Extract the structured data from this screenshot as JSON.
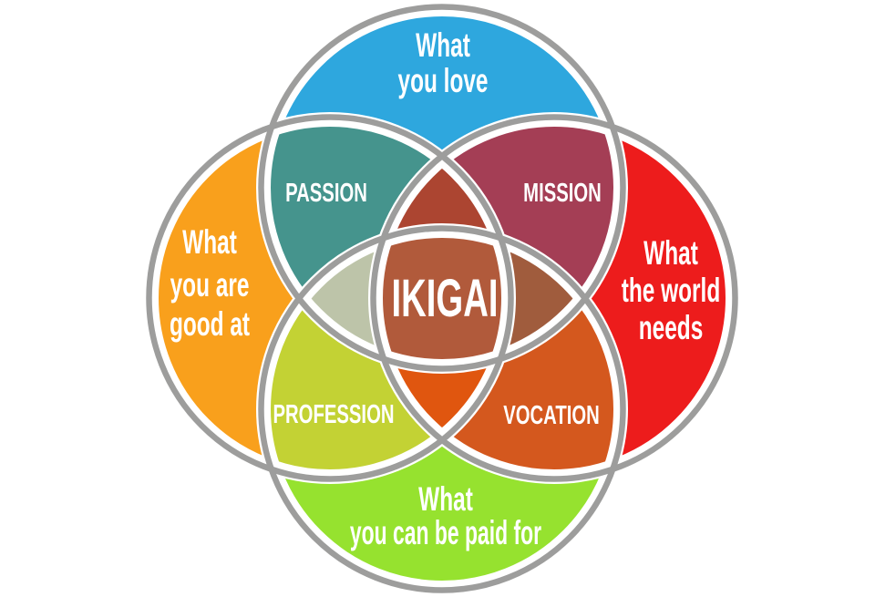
{
  "diagram": {
    "center_word": "IKIGAI",
    "labels": {
      "top_circle": {
        "lines": [
          "What",
          "you love"
        ]
      },
      "left_circle": {
        "lines": [
          "What",
          "you are",
          "good at"
        ]
      },
      "right_circle": {
        "lines": [
          "What",
          "the world",
          "needs"
        ]
      },
      "bottom_circle": {
        "lines": [
          "What",
          "you can be paid for"
        ]
      },
      "passion": "PASSION",
      "mission": "MISSION",
      "profession": "PROFESSION",
      "vocation": "VOCATION"
    }
  },
  "colors": {
    "background": "#FFFFFF",
    "label_text": "#FFFFFF",
    "separator_white": "#FFFFFF",
    "ring_gray": "#9D9D9C",
    "circle_top_blue": "#2EA7DE",
    "circle_left_orange": "#F9A01C",
    "circle_right_red": "#ED1C1C",
    "circle_bottom_green": "#96E22F",
    "overlap_passion_teal": "#45948D",
    "overlap_mission_maroon": "#A43E55",
    "overlap_profession_yellowgreen": "#C3D234",
    "overlap_vocation_burntorange": "#D4581E",
    "lens_top_brick": "#AC4531",
    "lens_left_sage": "#BDC4A9",
    "lens_right_brown": "#A05C3D",
    "lens_bottom_orangered": "#E0560F",
    "center_sienna": "#B15A3B"
  }
}
